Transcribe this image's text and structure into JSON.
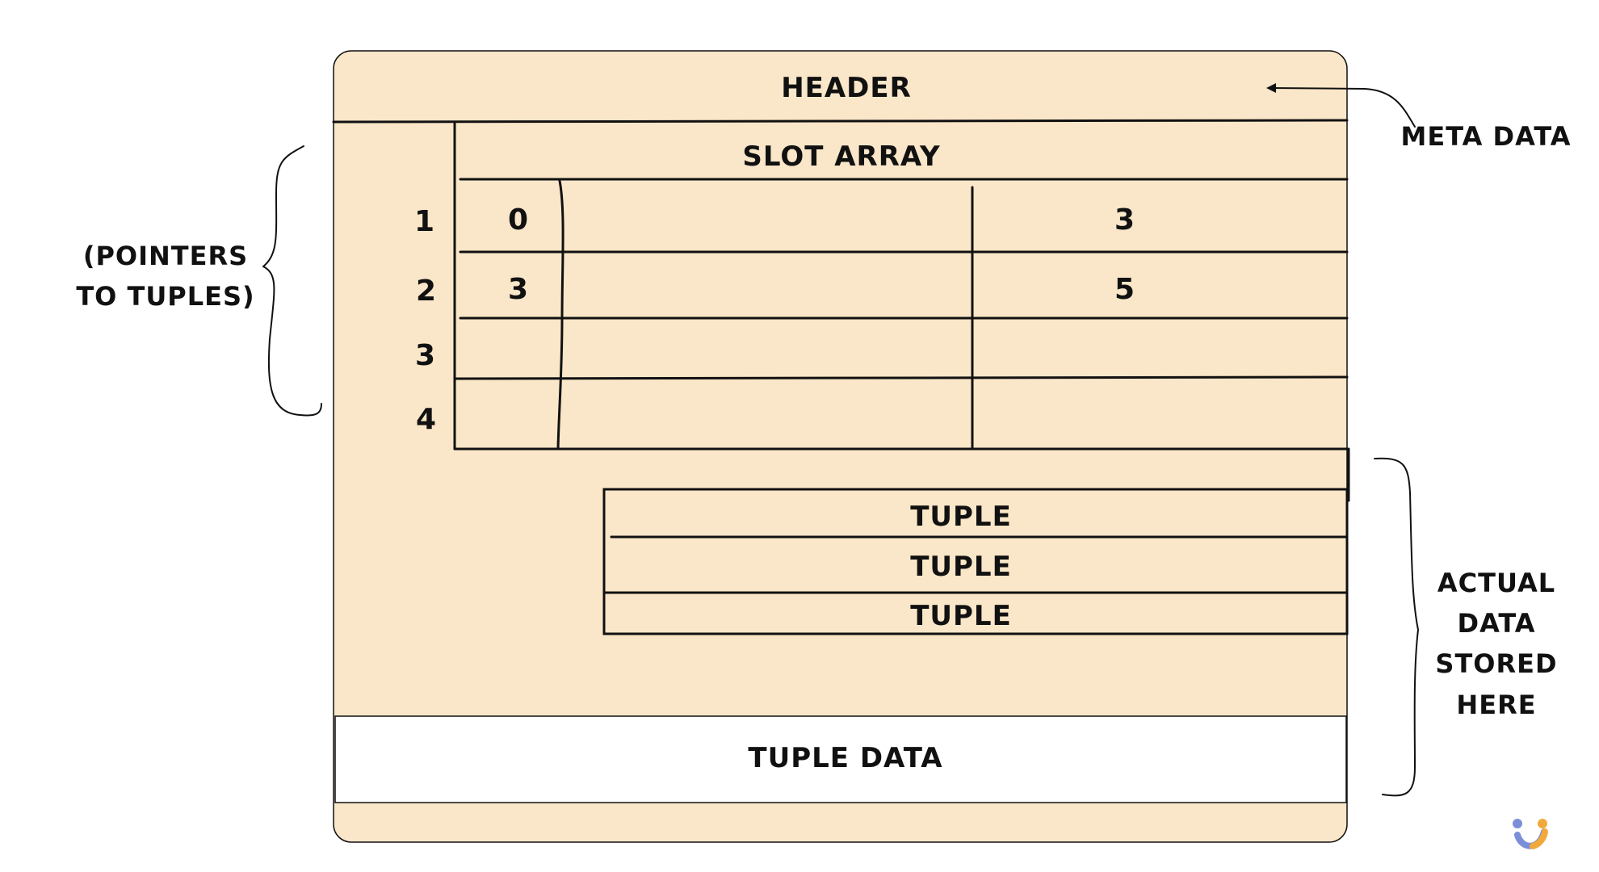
{
  "page": {
    "header_label": "HEADER",
    "meta_label": "META DATA",
    "slot_array_label": "SLOT ARRAY",
    "pointers_label_line1": "(POINTERS",
    "pointers_label_line2": "TO TUPLES)",
    "actual_data_lines": [
      "ACTUAL",
      "DATA",
      "STORED",
      "HERE"
    ],
    "tuple_data_label": "TUPLE DATA",
    "tuple_label": "TUPLE"
  },
  "slots": [
    {
      "index": "1",
      "first": "0",
      "second": "3"
    },
    {
      "index": "2",
      "first": "3",
      "second": "5"
    },
    {
      "index": "3",
      "first": "",
      "second": ""
    },
    {
      "index": "4",
      "first": "",
      "second": ""
    }
  ],
  "tuples": [
    "TUPLE",
    "TUPLE",
    "TUPLE"
  ],
  "colors": {
    "page_fill": "#fae6c8",
    "ink": "#111111",
    "tuple_data_fill": "#ffffff",
    "logo_blue": "#7b8fd8",
    "logo_orange": "#f2a93b"
  },
  "icons": {
    "logo": "brand-logo-icon",
    "arrow": "arrow-left-icon"
  }
}
